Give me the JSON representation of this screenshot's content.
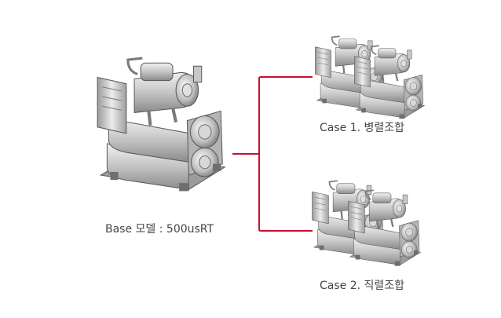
{
  "base": {
    "caption": "Base 모델 : 500usRT"
  },
  "case1": {
    "caption": "Case 1. 병렬조합"
  },
  "case2": {
    "caption": "Case 2. 직렬조합"
  },
  "colors": {
    "connector": "#c8102e",
    "metal_light": "#e4e4e4",
    "metal_mid": "#b8b8b8",
    "metal_dark": "#7a7a7a",
    "outline": "#5a5a5a"
  }
}
